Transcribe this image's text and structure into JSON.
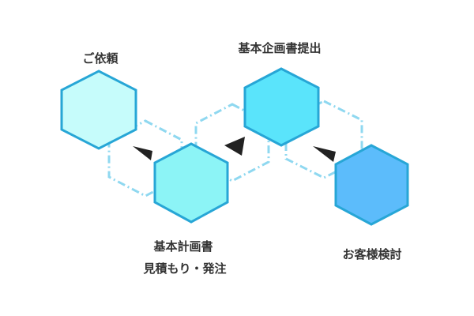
{
  "steps": [
    {
      "id": "step-1",
      "label": "ご依頼",
      "fill": "#c6fcfb",
      "stroke": "#27a6d6"
    },
    {
      "id": "step-2",
      "label_line1": "基本計画書",
      "label_line2": "見積もり・発注",
      "fill": "#8cf4f6",
      "stroke": "#27a6d6"
    },
    {
      "id": "step-3",
      "label": "基本企画書提出",
      "fill": "#5ae4fb",
      "stroke": "#27a6d6"
    },
    {
      "id": "step-4",
      "label": "お客様検討",
      "fill": "#5cbcfb",
      "stroke": "#27a6d6"
    }
  ],
  "colors": {
    "outline_dash": "#8fd8f0",
    "arrow": "#222222",
    "text": "#333333"
  }
}
